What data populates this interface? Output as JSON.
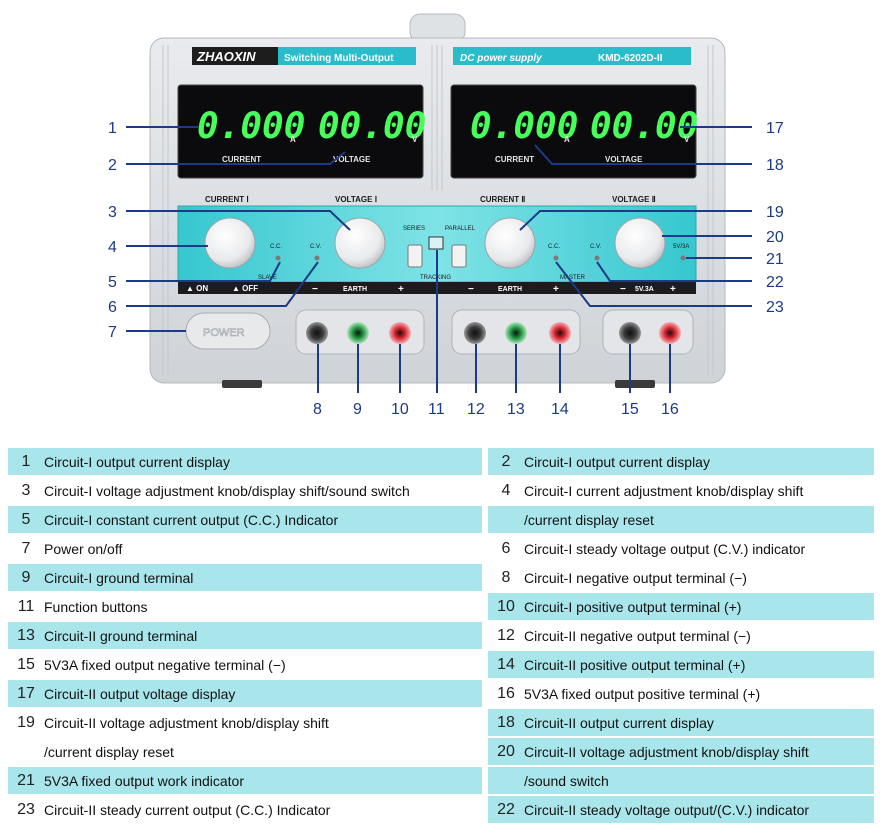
{
  "device": {
    "brand": "ZHAOXIN",
    "subtitle": "Switching Multi-Output",
    "type_label": "DC power supply",
    "model": "KMD-6202D-II",
    "display1": {
      "current": "0.000",
      "current_unit": "A",
      "voltage": "00.00",
      "voltage_unit": "V",
      "current_label": "CURRENT",
      "voltage_label": "VOLTAGE"
    },
    "display2": {
      "current": "0.000",
      "current_unit": "A",
      "voltage": "00.00",
      "voltage_unit": "V",
      "current_label": "CURRENT",
      "voltage_label": "VOLTAGE"
    },
    "panel": {
      "current1": "CURRENT Ⅰ",
      "voltage1": "VOLTAGE Ⅰ",
      "current2": "CURRENT Ⅱ",
      "voltage2": "VOLTAGE Ⅱ",
      "series": "SERIES",
      "parallel": "PARALLEL",
      "cc1": "C.C.",
      "cv1": "C.V.",
      "cc2": "C.C.",
      "cv2": "C.V.",
      "fixed": "5V/3A",
      "slave": "SLAVE",
      "tracking": "TRACKING",
      "master": "MASTER",
      "on": "▲ ON",
      "off": "▲ OFF",
      "earth1": "EARTH",
      "earth2": "EARTH",
      "fixed_output": "5V.3A",
      "minus": "−",
      "plus": "+",
      "power": "POWER"
    }
  },
  "callouts": [
    "1",
    "2",
    "3",
    "4",
    "5",
    "6",
    "7",
    "8",
    "9",
    "10",
    "11",
    "12",
    "13",
    "14",
    "15",
    "16",
    "17",
    "18",
    "19",
    "20",
    "21",
    "22",
    "23"
  ],
  "legend": [
    {
      "num": "1",
      "text": "Circuit-I output current display"
    },
    {
      "num": "2",
      "text": "Circuit-I output current display"
    },
    {
      "num": "3",
      "text": "Circuit-I voltage adjustment knob/display shift/sound switch"
    },
    {
      "num": "4",
      "text": "Circuit-I current adjustment knob/display shift",
      "text2": "/current display reset"
    },
    {
      "num": "5",
      "text": "Circuit-I constant current output (C.C.) Indicator"
    },
    {
      "num": "7",
      "text": "Power on/off"
    },
    {
      "num": "6",
      "text": "Circuit-I steady voltage output (C.V.) indicator"
    },
    {
      "num": "9",
      "text": "Circuit-I ground terminal"
    },
    {
      "num": "8",
      "text": "Circuit-I negative output terminal (−)"
    },
    {
      "num": "11",
      "text": "Function buttons"
    },
    {
      "num": "10",
      "text": "Circuit-I positive output terminal (+)"
    },
    {
      "num": "13",
      "text": "Circuit-II ground terminal"
    },
    {
      "num": "12",
      "text": "Circuit-II negative output terminal (−)"
    },
    {
      "num": "15",
      "text": "5V3A fixed output negative terminal (−)"
    },
    {
      "num": "14",
      "text": "Circuit-II positive output terminal (+)"
    },
    {
      "num": "17",
      "text": "Circuit-II output voltage display"
    },
    {
      "num": "16",
      "text": "5V3A fixed output positive terminal (+)"
    },
    {
      "num": "19",
      "text": "Circuit-II voltage adjustment knob/display shift",
      "text2": "/current display reset"
    },
    {
      "num": "18",
      "text": "Circuit-II output current display"
    },
    {
      "num": "20",
      "text": "Circuit-II voltage adjustment knob/display shift",
      "text2": "/sound switch"
    },
    {
      "num": "21",
      "text": "5V3A fixed output work indicator"
    },
    {
      "num": "23",
      "text": "Circuit-II steady current output (C.C.) Indicator"
    },
    {
      "num": "22",
      "text": "Circuit-II steady voltage output/(C.V.) indicator"
    }
  ]
}
